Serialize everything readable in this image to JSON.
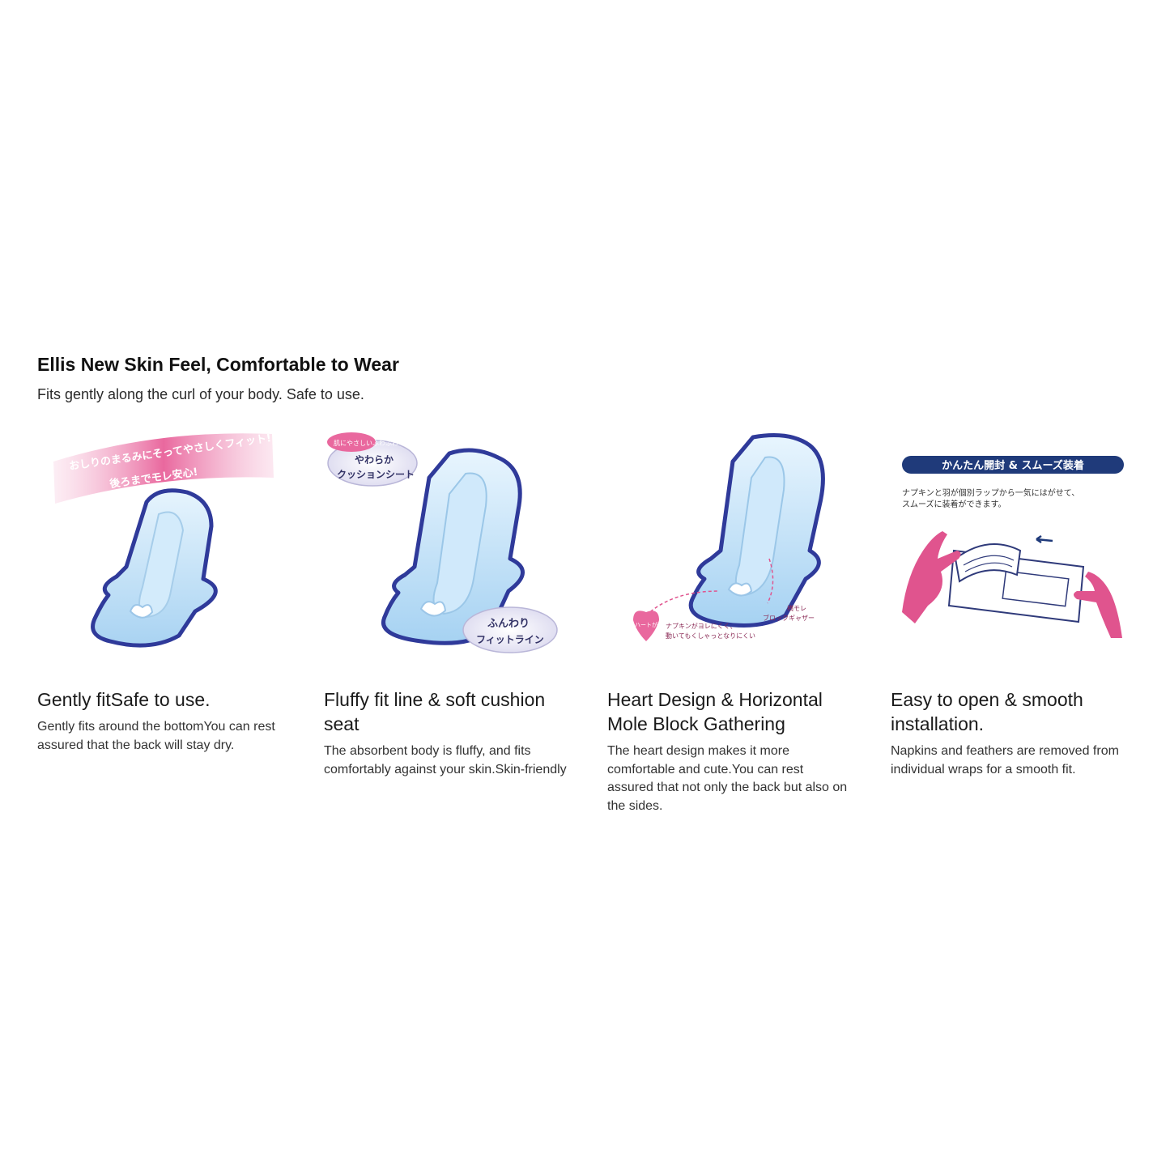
{
  "section": {
    "title": "Ellis New Skin Feel, Comfortable to Wear",
    "subtitle": "Fits gently along the curl of your body. Safe to use."
  },
  "colors": {
    "pad_blue": "#bfe0f7",
    "pad_edge": "#2f3a9a",
    "accent_pink": "#e0548e",
    "banner_navy": "#1f3a7a"
  },
  "features": [
    {
      "heading": "Gently fitSafe to use.",
      "text": "Gently fits around the bottomYou can rest assured that the back will stay dry.",
      "image_label_line1": "おしりのまるみにそってやさしくフィット!",
      "image_label_line2": "後ろまでモレ安心!",
      "icon": "sanitary-pad-icon"
    },
    {
      "heading": "Fluffy fit line & soft cushion seat",
      "text": "The absorbent body is fluffy, and fits comfortably against your skin.Skin-friendly",
      "image_badge_small": "肌にやさしいふわふわ",
      "image_badge_top": "やわらか",
      "image_badge_top2": "クッションシート",
      "image_badge_bottom": "ふんわり",
      "image_badge_bottom2": "フィットライン",
      "icon": "sanitary-pad-icon"
    },
    {
      "heading": "Heart Design & Horizontal Mole Block Gathering",
      "text": "The heart design makes it more comfortable and cute.You can rest assured that not only the back but also on the sides.",
      "image_heart_label": "ハートが安心",
      "image_note1": "ナプキンがヨレにくく、",
      "image_note2": "動いてもくしゃっとなりにくい",
      "image_side_label1": "横モレ",
      "image_side_label2": "ブロックギャザー",
      "icon": "sanitary-pad-icon"
    },
    {
      "heading": "Easy to open & smooth installation.",
      "text": "Napkins and feathers are removed from individual wraps for a smooth fit.",
      "image_banner": "かんたん開封 & スムーズ装着",
      "image_caption1": "ナプキンと羽が個別ラップから一気にはがせて、",
      "image_caption2": "スムーズに装着ができます。",
      "icon": "hands-unwrapping-icon"
    }
  ]
}
